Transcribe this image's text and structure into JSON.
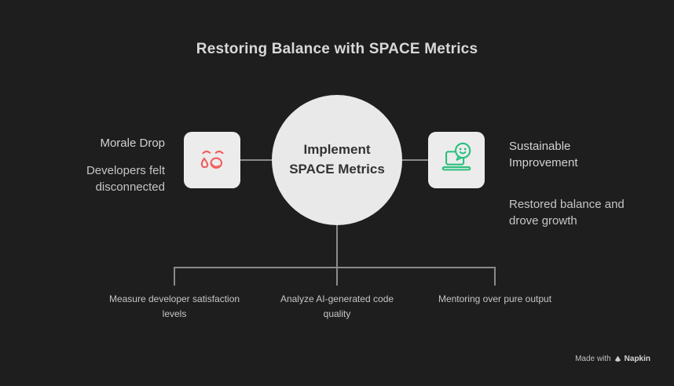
{
  "title": "Restoring Balance with SPACE Metrics",
  "center": {
    "line1": "Implement",
    "line2": "SPACE Metrics"
  },
  "left": {
    "heading": "Morale Drop",
    "body": "Developers felt disconnected",
    "icon": "distressed-face-icon"
  },
  "right": {
    "heading": "Sustainable Improvement",
    "body": "Restored balance and drove growth",
    "icon": "laptop-chat-smile-icon"
  },
  "bottom_items": [
    {
      "label": "Measure developer satisfaction levels"
    },
    {
      "label": "Analyze AI-generated code quality"
    },
    {
      "label": "Mentoring over pure output"
    }
  ],
  "watermark": {
    "prefix": "Made with",
    "brand": "Napkin"
  },
  "colors": {
    "background": "#1e1e1e",
    "title_text": "#d8d8d8",
    "circle_fill": "#e9e9e9",
    "circle_text": "#333333",
    "side_text": "#c9c9c9",
    "connector_line": "#8a8a8a",
    "icon_card_fill": "#ececec",
    "negative_icon_red": "#f0605e",
    "positive_icon_green": "#2abf7e"
  }
}
